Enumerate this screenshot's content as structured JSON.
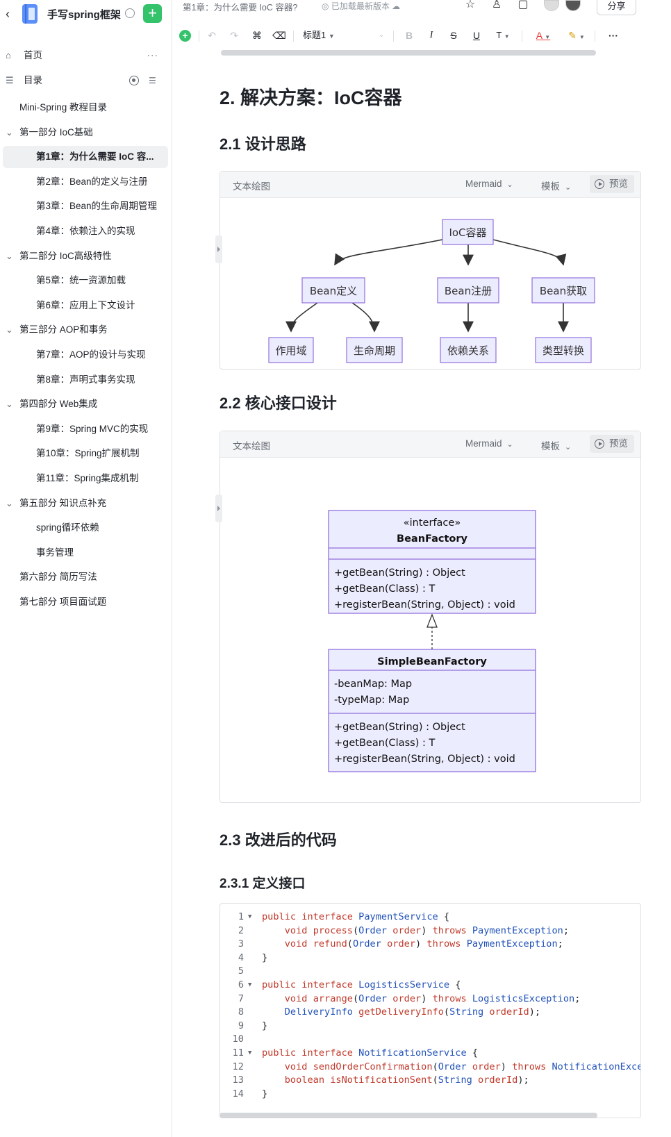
{
  "sidebar": {
    "title": "手写spring框架",
    "home": "首页",
    "toc": "目录",
    "items": [
      {
        "label": "Mini-Spring 教程目录",
        "level": 0
      },
      {
        "label": "第一部分 IoC基础",
        "level": 0,
        "expandable": true
      },
      {
        "label": "第1章：为什么需要 IoC 容...",
        "level": 1,
        "active": true
      },
      {
        "label": "第2章：Bean的定义与注册",
        "level": 1
      },
      {
        "label": "第3章：Bean的生命周期管理",
        "level": 1
      },
      {
        "label": "第4章：依赖注入的实现",
        "level": 1
      },
      {
        "label": "第二部分 IoC高级特性",
        "level": 0,
        "expandable": true
      },
      {
        "label": "第5章：统一资源加载",
        "level": 1
      },
      {
        "label": "第6章：应用上下文设计",
        "level": 1
      },
      {
        "label": "第三部分 AOP和事务",
        "level": 0,
        "expandable": true
      },
      {
        "label": "第7章：AOP的设计与实现",
        "level": 1
      },
      {
        "label": "第8章：声明式事务实现",
        "level": 1
      },
      {
        "label": "第四部分 Web集成",
        "level": 0,
        "expandable": true
      },
      {
        "label": "第9章：Spring MVC的实现",
        "level": 1
      },
      {
        "label": "第10章：Spring扩展机制",
        "level": 1
      },
      {
        "label": "第11章：Spring集成机制",
        "level": 1
      },
      {
        "label": "第五部分 知识点补充",
        "level": 0,
        "expandable": true
      },
      {
        "label": "spring循环依赖",
        "level": 1
      },
      {
        "label": "事务管理",
        "level": 1
      },
      {
        "label": "第六部分 简历写法",
        "level": 0
      },
      {
        "label": "第七部分 项目面试题",
        "level": 0
      }
    ]
  },
  "topbar": {
    "breadcrumb": "第1章：为什么需要 IoC 容器?",
    "status": "已加载最新版本",
    "share": "分享"
  },
  "toolbar": {
    "heading_style": "标题1",
    "more": "···"
  },
  "doc": {
    "h1": "2. 解决方案：IoC容器",
    "h2_design": "2.1 设计思路",
    "h2_interface": "2.2 核心接口设计",
    "h2_code": "2.3 改进后的代码",
    "h3_define": "2.3.1 定义接口"
  },
  "diagram_block": {
    "title": "文本绘图",
    "lang": "Mermaid",
    "template": "模板",
    "preview": "预览"
  },
  "diagram1": {
    "root": "IoC容器",
    "level2": [
      "Bean定义",
      "Bean注册",
      "Bean获取"
    ],
    "level3": [
      "作用域",
      "生命周期",
      "依赖关系",
      "类型转换"
    ]
  },
  "diagram2": {
    "interface_stereotype": "«interface»",
    "interface_name": "BeanFactory",
    "interface_methods": [
      "+getBean(String) : Object",
      "+getBean(Class) : T",
      "+registerBean(String, Object) : void"
    ],
    "class_name": "SimpleBeanFactory",
    "class_fields": [
      "-beanMap: Map",
      "-typeMap: Map"
    ],
    "class_methods": [
      "+getBean(String) : Object",
      "+getBean(Class) : T",
      "+registerBean(String, Object) : void"
    ]
  },
  "code": {
    "lines": [
      "public interface PaymentService {",
      "    void process(Order order) throws PaymentException;",
      "    void refund(Order order) throws PaymentException;",
      "}",
      "",
      "public interface LogisticsService {",
      "    void arrange(Order order) throws LogisticsException;",
      "    DeliveryInfo getDeliveryInfo(String orderId);",
      "}",
      "",
      "public interface NotificationService {",
      "    void sendOrderConfirmation(Order order) throws NotificationException;",
      "    boolean isNotificationSent(String orderId);",
      "}"
    ]
  }
}
